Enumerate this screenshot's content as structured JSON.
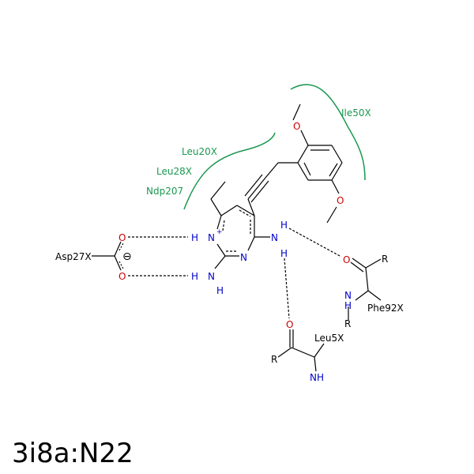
{
  "title": "3i8a:N22",
  "colors": {
    "residue_label": "#1a9850",
    "arc": "#1a9850",
    "carbon": "#000000",
    "nitrogen": "#0000cc",
    "oxygen": "#cc0000",
    "hbond": "#000000"
  },
  "hydrophobic": {
    "leu20": "Leu20X",
    "leu28": "Leu28X",
    "ndp207": "Ndp207",
    "ile50": "Ile50X"
  },
  "residues": {
    "asp27": "Asp27X",
    "phe92": "Phe92X",
    "leu5": "Leu5X"
  },
  "atoms": {
    "n_plus": "N",
    "plus_charge": "+",
    "n_ring": "N",
    "h_n1": "H",
    "h_n2": "H",
    "nh2_n": "N",
    "nh2_h": "H",
    "amine_n": "N",
    "amine_h": "H",
    "asp_o1": "O",
    "asp_o2": "O",
    "minus_charge": "⊖",
    "ome1": "O",
    "ome2": "O",
    "phe_o": "O",
    "phe_r1": "R",
    "phe_r2": "R",
    "phe_nh_n": "N",
    "phe_nh_h": "H",
    "leu_o": "O",
    "leu_r": "R",
    "leu_nh": "NH",
    "hb_h_top": "H"
  }
}
